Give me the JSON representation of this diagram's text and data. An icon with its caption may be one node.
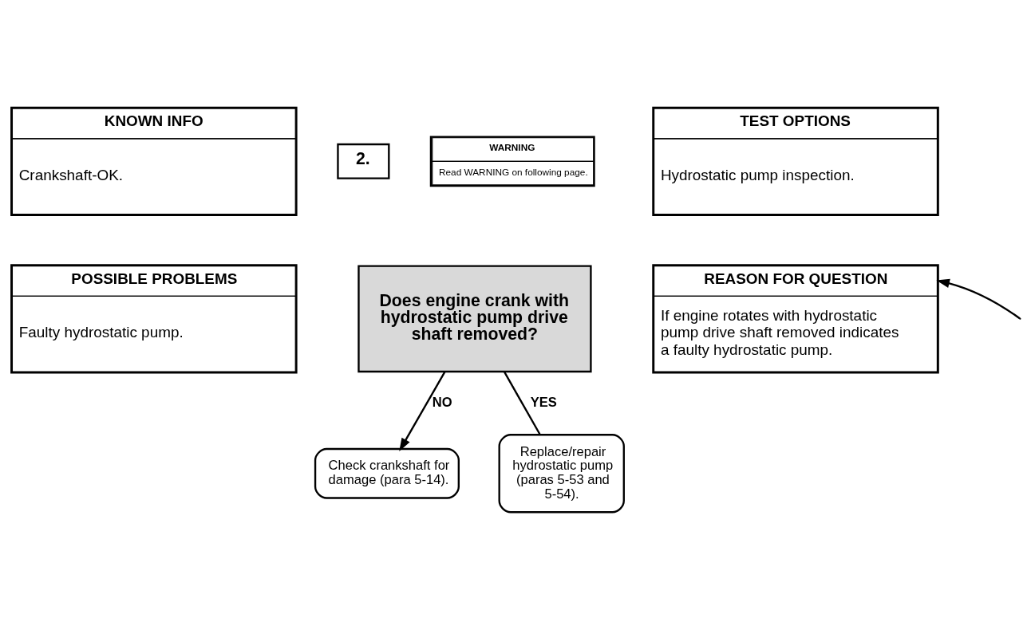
{
  "diagram": {
    "nodes": [
      {
        "text": [
          "KNOWN INFO",
          "Crankshaft-OK."
        ]
      },
      {
        "text": [
          "2."
        ]
      },
      {
        "text": [
          "Does engine crank with hydrostatic pump drive shaft removed?"
        ]
      },
      {
        "text": [
          "WARNING",
          "Read WARNING on following page."
        ]
      },
      {
        "text": [
          "TEST OPTIONS",
          "Hydrostatic pump inspection."
        ]
      },
      {
        "text": [
          "REASON FOR QUESTION",
          "If engine rotates with hydrostatic pump drive shaft removed indicates a faulty hydrostatic pump."
        ]
      },
      {
        "text": [
          "POSSIBLE PROBLEMS",
          "Faulty hydrostatic pump."
        ]
      },
      {
        "text": [
          "Check crankshaft for damage (para 5-14)."
        ]
      },
      {
        "text": [
          "Replace/repair hydrostatic pump (paras 5-53 and 5-54)."
        ]
      }
    ],
    "edges": [
      {
        "from": 2,
        "to": 7,
        "arrow": "to",
        "label": "NO"
      },
      {
        "from": 2,
        "to": 8,
        "arrow": "none",
        "label": "YES"
      },
      {
        "from": null,
        "to": 5,
        "arrow": "to"
      }
    ]
  }
}
